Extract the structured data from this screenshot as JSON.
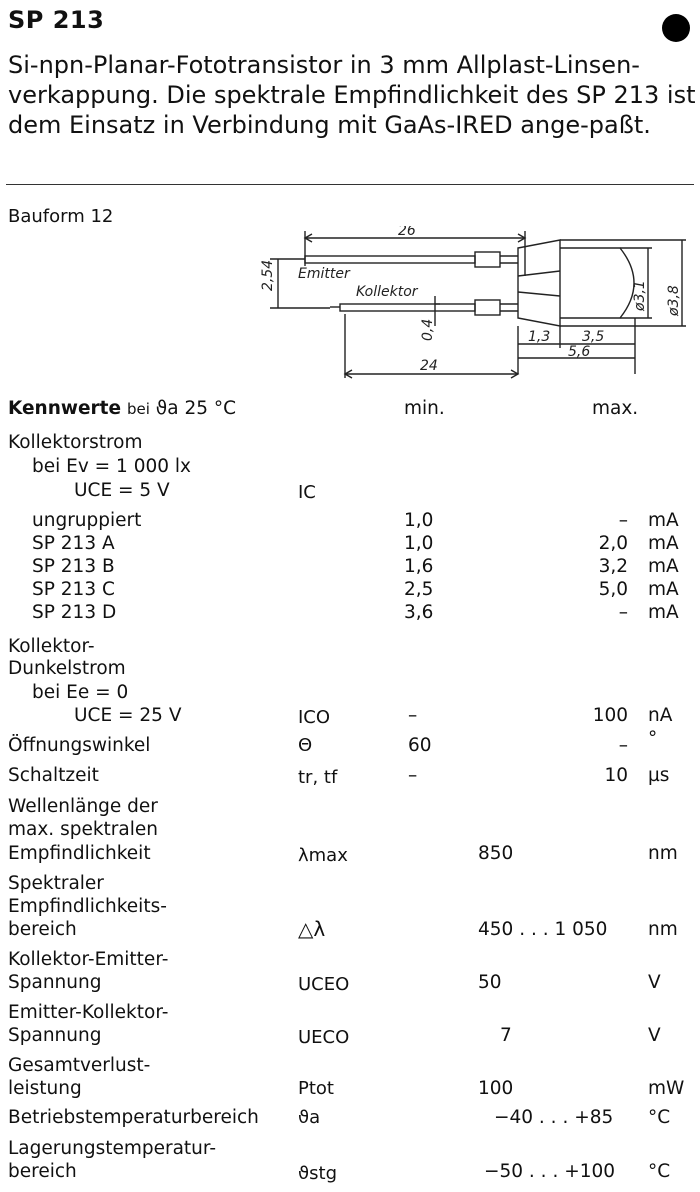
{
  "header": {
    "title": "SP 213",
    "description": "Si-npn-Planar-Fototransistor in 3 mm Allplast-Linsen-verkappung. Die spektrale Empfindlichkeit des SP 213 ist dem Einsatz in Verbindung mit GaAs-IRED ange-paßt."
  },
  "drawing": {
    "bauform": "Bauform 12",
    "dim_26": "26",
    "dim_254": "2,54",
    "dim_emitter": "Emitter",
    "dim_kollektor": "Kollektor",
    "dim_04": "0,4",
    "dim_31": "ø3,1",
    "dim_38": "ø3,8",
    "dim_13": "1,3",
    "dim_35": "3,5",
    "dim_56": "5,6",
    "dim_24": "24"
  },
  "table": {
    "kennwerte": "Kennwerte",
    "bei": "bei",
    "theta": "ϑa",
    "temp": "25 °C",
    "col_min": "min.",
    "col_max": "max.",
    "kollektorstrom": "Kollektorstrom",
    "bei_ev": "bei Ev = 1 000 lx",
    "uce_5": "UCE = 5 V",
    "ic": "IC",
    "groups": [
      {
        "name": "ungruppiert",
        "min": "1,0",
        "max": "–",
        "unit": "mA"
      },
      {
        "name": "SP 213 A",
        "min": "1,0",
        "max": "2,0",
        "unit": "mA"
      },
      {
        "name": "SP 213 B",
        "min": "1,6",
        "max": "3,2",
        "unit": "mA"
      },
      {
        "name": "SP 213 C",
        "min": "2,5",
        "max": "5,0",
        "unit": "mA"
      },
      {
        "name": "SP 213 D",
        "min": "3,6",
        "max": "–",
        "unit": "mA"
      }
    ],
    "dunkel_1": "Kollektor-",
    "dunkel_2": "Dunkelstrom",
    "bei_ee": "bei Ee = 0",
    "uce_25": "UCE = 25 V",
    "ico": "ICO",
    "ico_min": "–",
    "ico_max": "100",
    "ico_unit": "nA",
    "oeff": "Öffnungswinkel",
    "oeff_sym": "Θ",
    "oeff_min": "60",
    "oeff_max": "–",
    "oeff_unit": "°",
    "schalt": "Schaltzeit",
    "schalt_sym": "tr, tf",
    "schalt_min": "–",
    "schalt_max": "10",
    "schalt_unit": "µs",
    "wl_1": "Wellenlänge der",
    "wl_2": "max. spektralen",
    "wl_3": "Empfindlichkeit",
    "wl_sym": "λmax",
    "wl_val": "850",
    "wl_unit": "nm",
    "sp_1": "Spektraler",
    "sp_2": "Empfindlichkeits-",
    "sp_3": "bereich",
    "sp_sym": "△λ",
    "sp_val": "450 . . . 1 050",
    "sp_unit": "nm",
    "ke_1": "Kollektor-Emitter-",
    "ke_2": "Spannung",
    "ke_sym": "UCEO",
    "ke_val": "50",
    "ke_unit": "V",
    "ek_1": "Emitter-Kollektor-",
    "ek_2": "Spannung",
    "ek_sym": "UECO",
    "ek_val": "7",
    "ek_unit": "V",
    "gv_1": "Gesamtverlust-",
    "gv_2": "leistung",
    "gv_sym": "Ptot",
    "gv_val": "100",
    "gv_unit": "mW",
    "bt": "Betriebstemperaturbereich",
    "bt_sym": "ϑa",
    "bt_val": "−40 . . . +85",
    "bt_unit": "°C",
    "lt_1": "Lagerungstemperatur-",
    "lt_2": "bereich",
    "lt_sym": "ϑstg",
    "lt_val": "−50 . . . +100",
    "lt_unit": "°C"
  }
}
